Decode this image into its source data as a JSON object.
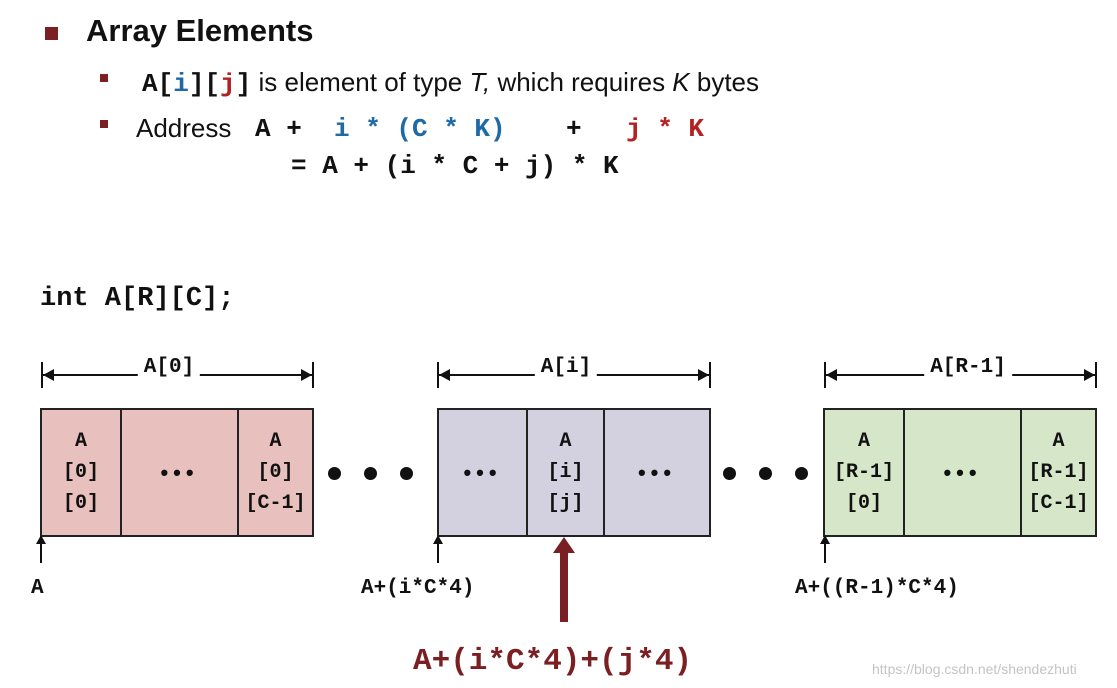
{
  "heading": "Array Elements",
  "bullet1": {
    "expr_A": "A[",
    "expr_i": "i",
    "expr_mid": "][",
    "expr_j": "j",
    "expr_end": "]",
    "text1": " is element of type ",
    "type_T": "T,",
    "text2": " which requires ",
    "size_K": "K",
    "text3": " bytes"
  },
  "bullet2": {
    "label": "Address",
    "part_A": "A +",
    "part_i": "i * (C * K)",
    "part_plus": "+",
    "part_j": "j * K",
    "line2": "= A + (i * C + j) * K"
  },
  "declaration": "int A[R][C];",
  "rows": [
    {
      "dim_label": "A[0]",
      "color": "#e8c0bd",
      "cell_first": [
        "A",
        "[0]",
        "[0]"
      ],
      "cell_middle": "•••",
      "cell_last": [
        "A",
        "[0]",
        "[C-1]"
      ],
      "address": "A"
    },
    {
      "dim_label": "A[i]",
      "color": "#d3d1e0",
      "cell_first": "•••",
      "cell_middle": [
        "A",
        "[i]",
        "[j]"
      ],
      "cell_last": "•••",
      "address": "A+(i*C*4)"
    },
    {
      "dim_label": "A[R-1]",
      "color": "#d6e6c9",
      "cell_first": [
        "A",
        "[R-1]",
        "[0]"
      ],
      "cell_middle": "•••",
      "cell_last": [
        "A",
        "[R-1]",
        "[C-1]"
      ],
      "address": "A+((R-1)*C*4)"
    }
  ],
  "element_address": "A+(i*C*4)+(j*4)",
  "watermark": "https://blog.csdn.net/shendezhuti",
  "colors": {
    "accent": "#7a1f22",
    "blue": "#1f6aa5",
    "red": "#b22222"
  }
}
